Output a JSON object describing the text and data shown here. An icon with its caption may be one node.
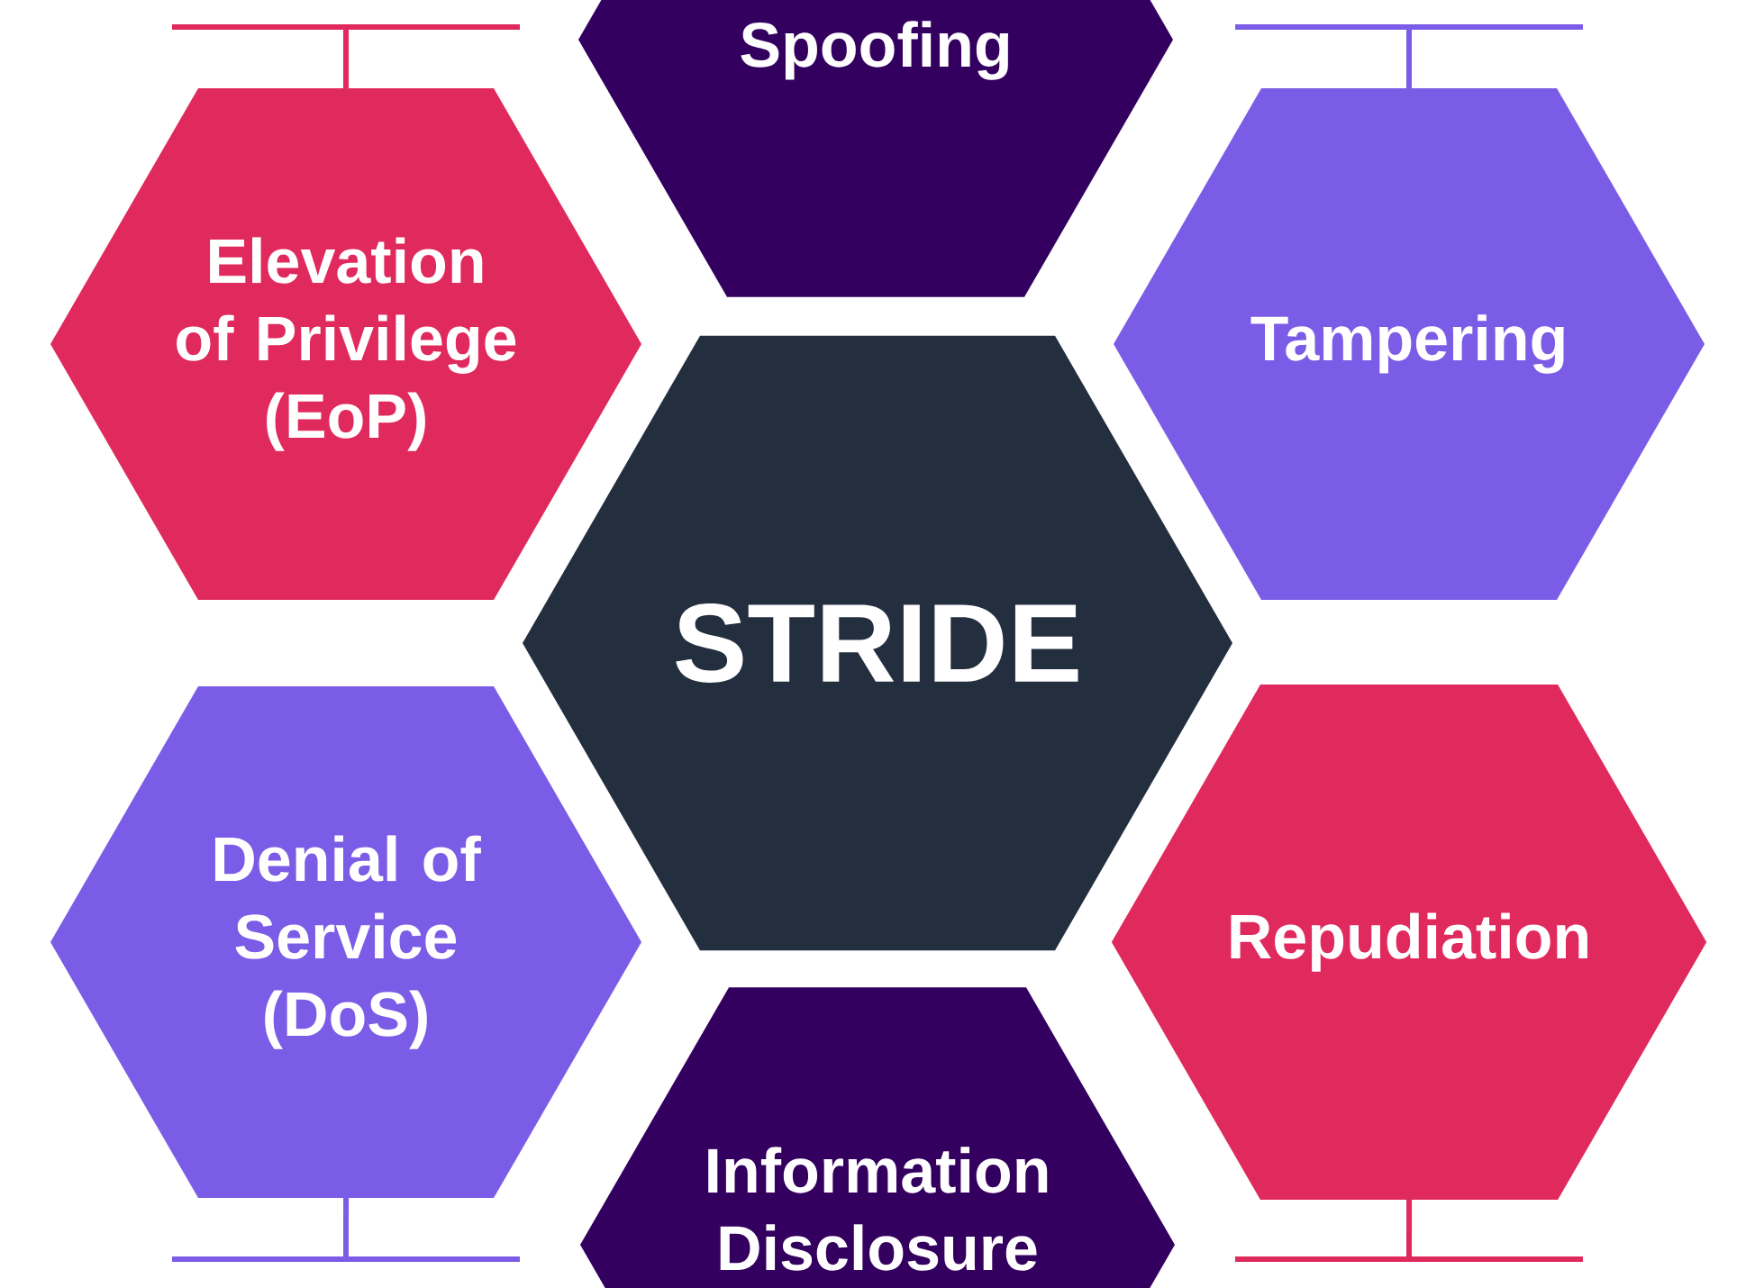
{
  "diagram": {
    "nodes": [
      {
        "text": [],
        "shape": "bar"
      },
      {
        "text": [
          "Spoofing"
        ]
      },
      {
        "text": [],
        "shape": "bar"
      },
      {
        "text": [
          "Elevation of Privilege (EoP)"
        ]
      },
      {
        "text": [
          "Tampering"
        ]
      },
      {
        "text": [
          "STRIDE"
        ]
      },
      {
        "text": [
          "Denial of Service (DoS)"
        ]
      },
      {
        "text": [
          "Repudiation"
        ]
      },
      {
        "text": [
          "Information Disclosure"
        ]
      },
      {
        "text": [],
        "shape": "bar"
      },
      {
        "text": [],
        "shape": "bar"
      }
    ],
    "edges": [
      {
        "from": 0,
        "to": 3,
        "arrow": "none",
        "color": "#e0295c"
      },
      {
        "from": 2,
        "to": 4,
        "arrow": "none",
        "color": "#7b5ce6"
      },
      {
        "from": 6,
        "to": 9,
        "arrow": "none",
        "color": "#7b5ce6"
      },
      {
        "from": 7,
        "to": 10,
        "arrow": "none",
        "color": "#e0295c"
      }
    ]
  }
}
